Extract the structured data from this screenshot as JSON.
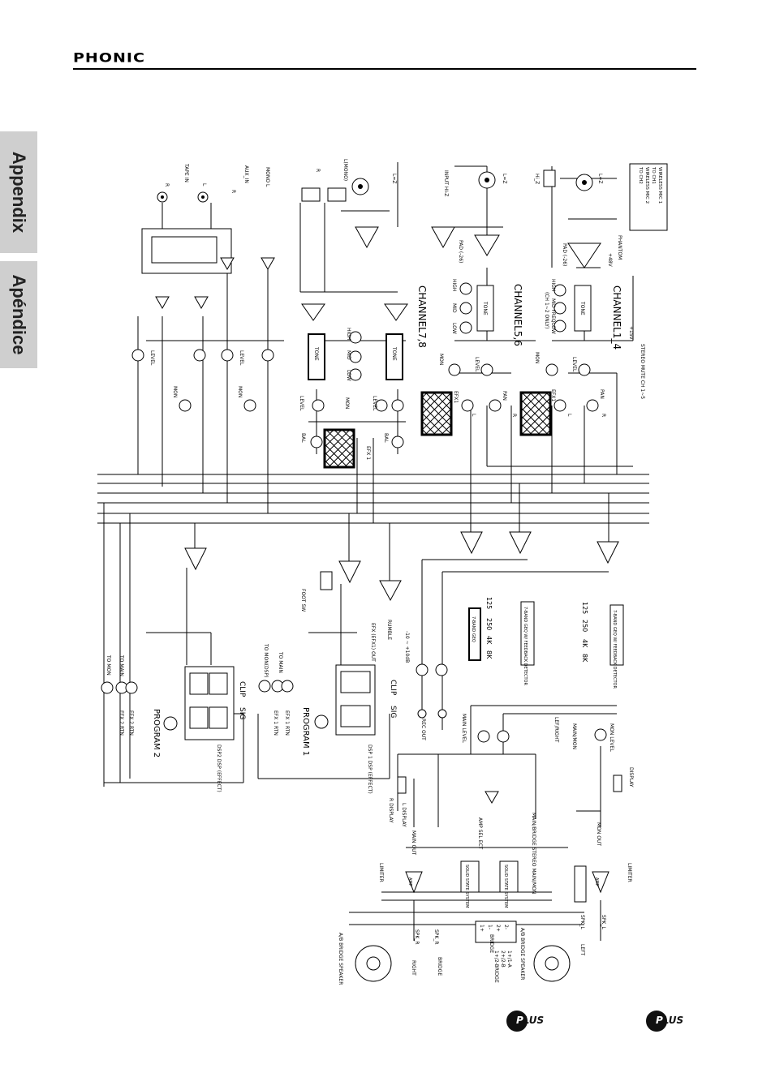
{
  "header": {
    "brand": "PHONIC"
  },
  "side_tabs": {
    "english": "Appendix",
    "spanish": "Apéndice"
  },
  "badges": {
    "left": "PLUS",
    "right": "PLUS"
  },
  "channels": [
    {
      "title": "CHANNEL1_4",
      "mic": "L=Z",
      "line": "Hi_Z",
      "pad": "PAD (-26)",
      "phantom": "PHANTOM",
      "v48": "+48V",
      "eq": [
        "HIGH",
        "MID FREQ",
        "LOW"
      ],
      "eq_note": "(CH 1~2 ONLY)",
      "tone": "TONE",
      "aux": [
        "MON",
        "EFX1",
        "LEVEL",
        "PAN"
      ],
      "lr": [
        "L",
        "R"
      ]
    },
    {
      "title": "CHANNEL5,6",
      "mic": "L=Z",
      "line": "INPUT HI-Z",
      "pad": "PAD (-26)",
      "eq": [
        "HIGH",
        "MID",
        "LOW"
      ],
      "tone": "TONE",
      "aux": [
        "MON",
        "EFX1",
        "LEVEL",
        "PAN"
      ],
      "lr": [
        "L",
        "R"
      ]
    },
    {
      "title": "CHANNEL7,8",
      "mic": "L=Z",
      "line": "L(MONO)",
      "r": "R",
      "eq": [
        "HIGH",
        "MID",
        "LOW"
      ],
      "tone": "TONE",
      "aux": [
        "MON",
        "LEVEL",
        "BAL",
        "EFX 1"
      ]
    }
  ],
  "mic_note": [
    "WIRELESS MIC 1",
    "TO CH1",
    "WIRELESS MIC 2",
    "TO CH2"
  ],
  "mute": {
    "v": "+15V",
    "label": "STEREO MUTE CH 1~5"
  },
  "returns": {
    "tape_in": "TAPE IN",
    "aux_in": "AUX_IN",
    "mono": "MONO L",
    "r": "R",
    "l": "L",
    "level": "LEVEL",
    "mon": "MON"
  },
  "fx": {
    "program2": "PROGRAM 2",
    "program1": "PROGRAM 1",
    "dsp2": "DSP2 DSP (EFFECT)",
    "dsp1": "DSP 1 DSP (EFFECT)",
    "clip": "CLIP",
    "sig": "SIG",
    "to_mon": "TO MON",
    "to_main": "TO MAIN",
    "to_mon_dsp": "TO MON(DSP)",
    "efx2_rtn": "EFX 2 RTN",
    "efx1_rtn": "EFX 1 RTN",
    "foot_sw": "FOOT SW"
  },
  "eq": {
    "bands_top": [
      "125",
      "250",
      "4K",
      "8K"
    ],
    "bands_bottom": [
      "125",
      "250",
      "4K",
      "8K"
    ],
    "graphic": "7-BAND GEQ",
    "feedback": "7-BAND GEQ W/ FEEDBACK DETECTOR"
  },
  "outputs": {
    "rumble": "RUMBLE",
    "efx_out": "EFX (EFX1) OUT",
    "rec_gain": "-10 ~ +10dB",
    "rec_out": "REC OUT",
    "main_level": "MAIN LEVEL",
    "lef_right": "LEF/RIGHT",
    "main_mon": "MAIN/MON",
    "mon_level": "MON LEVEL",
    "display": "DISPLAY",
    "r_display": "R DISPLAY",
    "l_display": "L DISPLAY",
    "main_out": "MAIN OUT",
    "mon_out": "MON OUT",
    "amp_sel": "AMP SEL ECT",
    "bridge_sel": "MAIN/BRIDGE STEREO MAIN/MON",
    "solid_state": "SOLID STATE SYSTEM",
    "limiter": "LIMITER",
    "amp": "AMP",
    "spk_r": "SPK_R",
    "spk_l": "SPK_L",
    "right": "RIGHT",
    "left": "LEFT",
    "bridge": "BRIDGE",
    "ab_bridge": "A/B BRIDGE SPEAKER",
    "bridge_pins": [
      "1+",
      "1-",
      "2+",
      "2-"
    ],
    "bridge_modes": [
      "1+/1-A",
      "2+/2-B",
      "1+/2-BRIDGE"
    ]
  }
}
